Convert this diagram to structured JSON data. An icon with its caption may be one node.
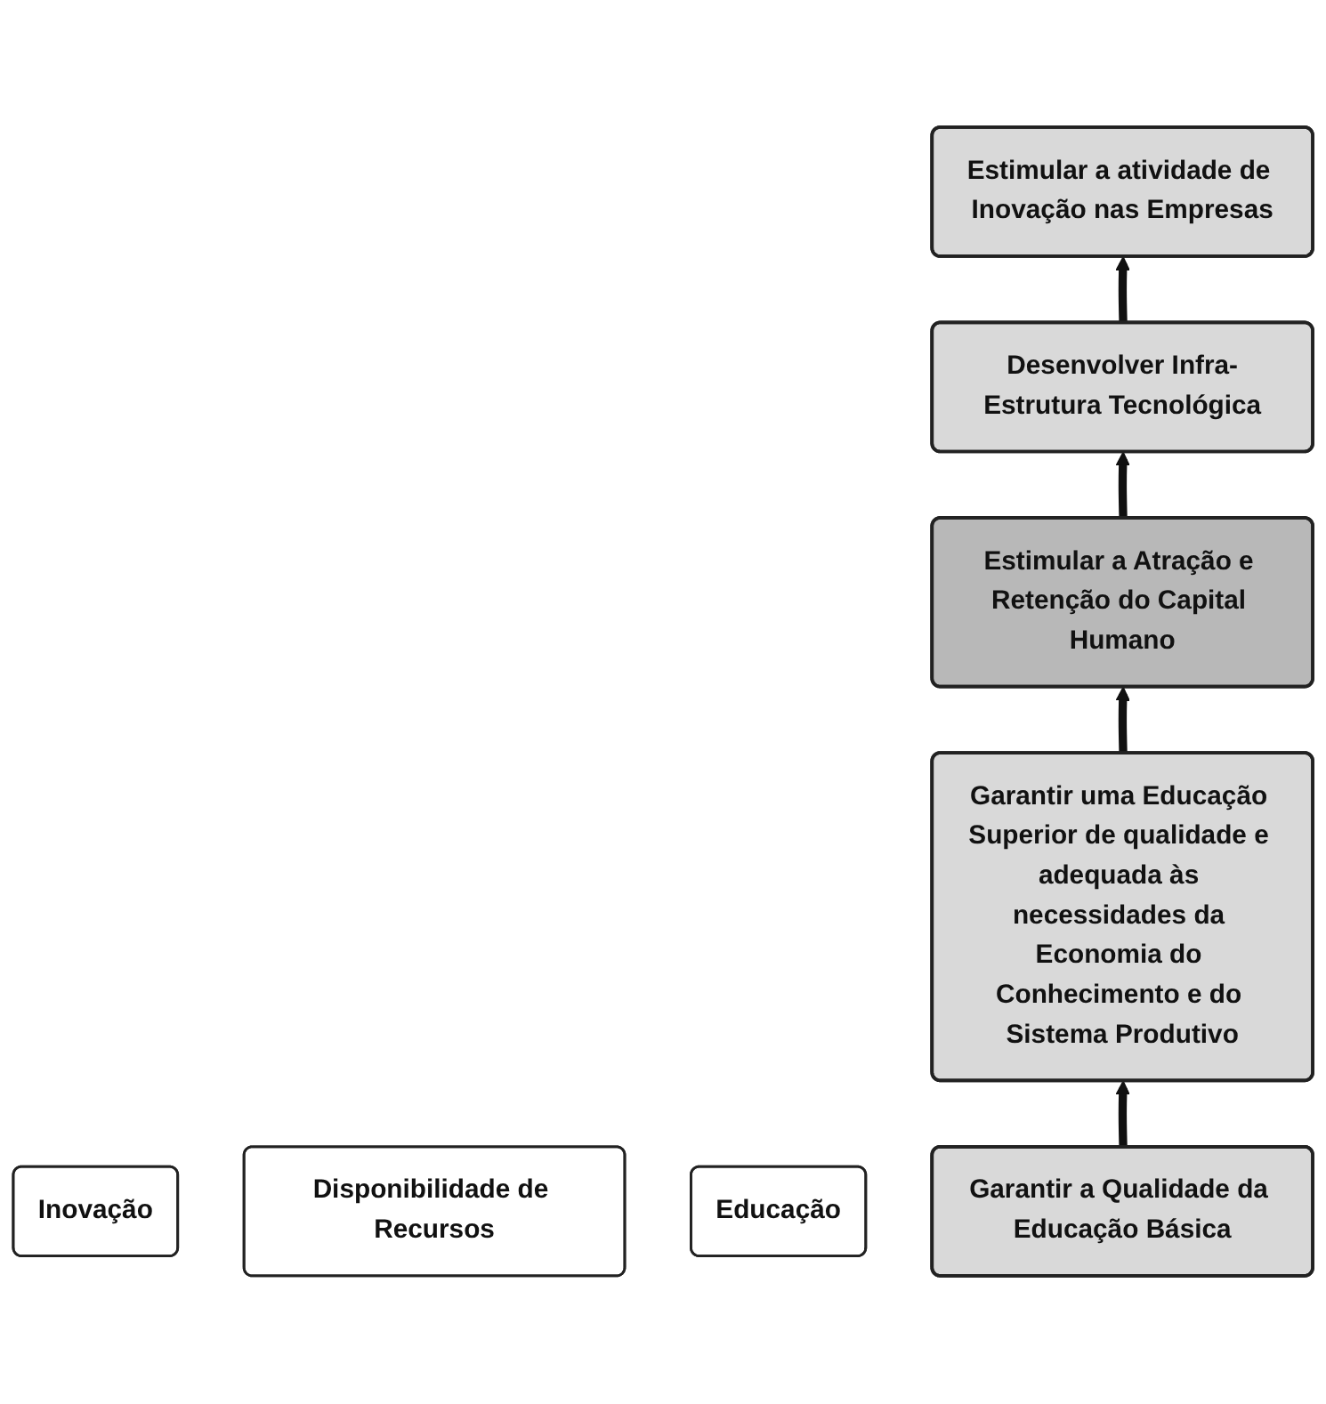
{
  "diagram": {
    "nodes": [
      {
        "text": [
          "Estimular a atividade de Inovação nas Empresas"
        ]
      },
      {
        "text": [
          "Inovação"
        ]
      },
      {
        "text": [
          "Desenvolver Infra-Estrutura Tecnológica"
        ]
      },
      {
        "text": [
          "Disponibilidade de Recursos"
        ]
      },
      {
        "text": [
          "Estimular a Atração e Retenção do Capital Humano"
        ]
      },
      {
        "text": [
          "Educação"
        ]
      },
      {
        "text": [
          "Garantir uma Educação Superior de qualidade e adequada às necessidades da Economia do Conhecimento e do Sistema Produtivo"
        ]
      },
      {
        "text": [
          "Garantir a Qualidade da Educação Básica"
        ]
      }
    ],
    "edges": [
      {
        "from": 7,
        "to": 6,
        "arrow": "to"
      },
      {
        "from": 6,
        "to": 4,
        "arrow": "to"
      },
      {
        "from": 4,
        "to": 2,
        "arrow": "to"
      },
      {
        "from": 2,
        "to": 0,
        "arrow": "to"
      }
    ]
  }
}
